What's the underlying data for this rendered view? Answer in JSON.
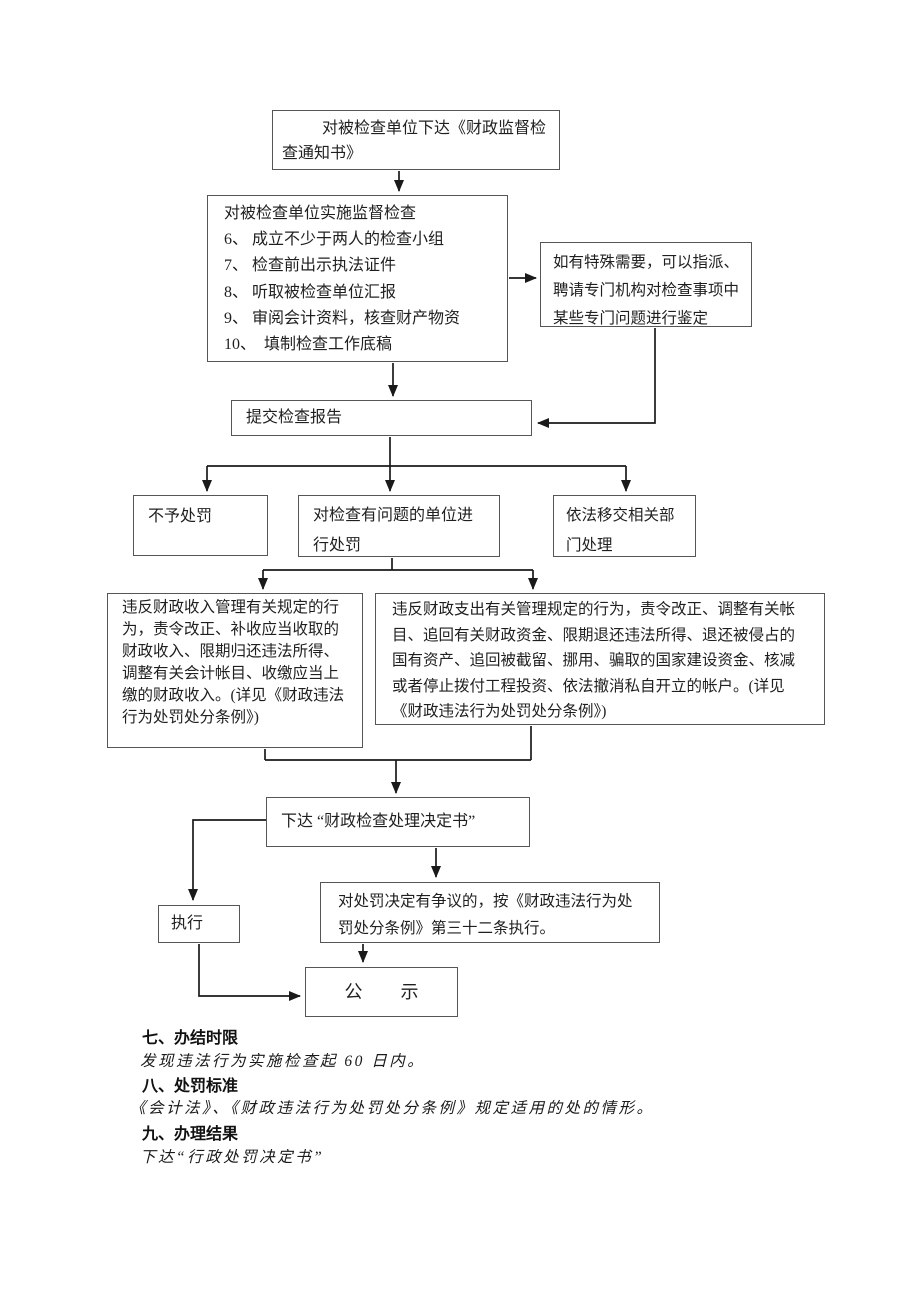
{
  "page": {
    "type": "scanned-document-flowchart",
    "background": "#ffffff"
  },
  "colors": {
    "line": "#1a1a1a",
    "box_border": "#565656",
    "text": "#1f1f1f"
  },
  "flowchart": {
    "nodes": {
      "notice": {
        "text": "对被检查单位下达《财政监督检查通知书》"
      },
      "implement": {
        "title": "对被检查单位实施监督检查",
        "items": [
          "6、 成立不少于两人的检查小组",
          "7、 检查前出示执法证件",
          "8、 听取被检查单位汇报",
          "9、 审阅会计资料，核查财产物资",
          "10、  填制检查工作底稿"
        ]
      },
      "expert": {
        "text": "如有特殊需要，可以指派、聘请专门机构对检查事项中某些专门问题进行鉴定"
      },
      "report": {
        "text": "提交检查报告"
      },
      "no_penalty": {
        "text": "不予处罚"
      },
      "penalty": {
        "text": "对检查有问题的单位进行处罚"
      },
      "transfer": {
        "text": "依法移交相关部门处理"
      },
      "revenue_violation": {
        "text": "违反财政收入管理有关规定的行为，责令改正、补收应当收取的财政收入、限期归还违法所得、调整有关会计帐目、收缴应当上缴的财政收入。(详见《财政违法行为处罚处分条例》)"
      },
      "expenditure_violation": {
        "text": "违反财政支出有关管理规定的行为，责令改正、调整有关帐目、追回有关财政资金、限期退还违法所得、退还被侵占的国有资产、追回被截留、挪用、骗取的国家建设资金、核减或者停止拨付工程投资、依法撤消私自开立的帐户。(详见《财政违法行为处罚处分条例》)"
      },
      "decision": {
        "text": "下达 “财政检查处理决定书”"
      },
      "execute": {
        "text": "执行"
      },
      "dispute": {
        "text": "对处罚决定有争议的，按《财政违法行为处罚处分条例》第三十二条执行。"
      },
      "publicity": {
        "text": "公　示"
      }
    }
  },
  "footer": {
    "sections": [
      {
        "heading": "七、办结时限",
        "body": "发现违法行为实施检查起 60 日内。"
      },
      {
        "heading": "八、处罚标准",
        "body": "《会计法》、《财政违法行为处罚处分条例》规定适用的处的情形。"
      },
      {
        "heading": "九、办理结果",
        "body": "下达“行政处罚决定书”"
      }
    ]
  }
}
